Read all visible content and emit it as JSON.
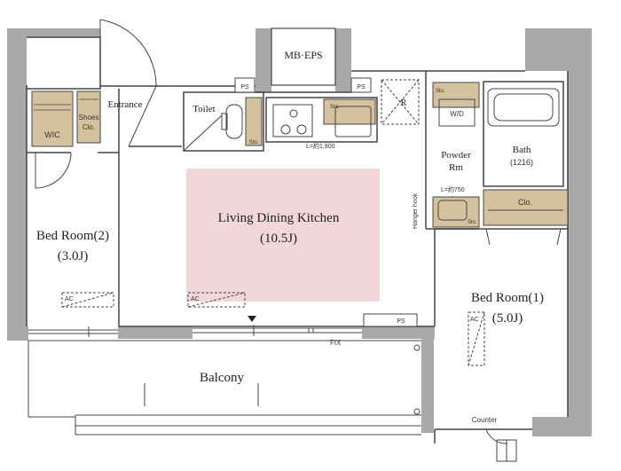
{
  "rooms": {
    "mb_eps": "MB·EPS",
    "entrance": "Entrance",
    "toilet": "Toilet",
    "wic": "WIC",
    "shoes_closet": [
      "Shoes",
      "Clo."
    ],
    "powder_room": [
      "Powder",
      "Rm"
    ],
    "bath": "Bath",
    "bath_size": "(1216)",
    "hanger_hook": "Hanger hook",
    "closet": "Clo.",
    "ldk": "Living Dining Kitchen",
    "ldk_size": "(10.5J)",
    "bedroom2": "Bed Room(2)",
    "bedroom2_size": "(3.0J)",
    "bedroom1": "Bed Room(1)",
    "bedroom1_size": "(5.0J)",
    "balcony": "Balcony",
    "counter": "Counter"
  },
  "labels": {
    "ps": "PS",
    "sto": "Sto.",
    "refrigerator": "R",
    "washer_dryer": "W/D",
    "kitchen_width": "L=約1,800",
    "vanity_width": "L=約750",
    "ac": "AC",
    "fix": "FIX"
  },
  "colors": {
    "wall": "#a9a9a9",
    "ldk_fill": "#f2d7da",
    "storage_fill": "#d4c29f",
    "line": "#444444"
  }
}
